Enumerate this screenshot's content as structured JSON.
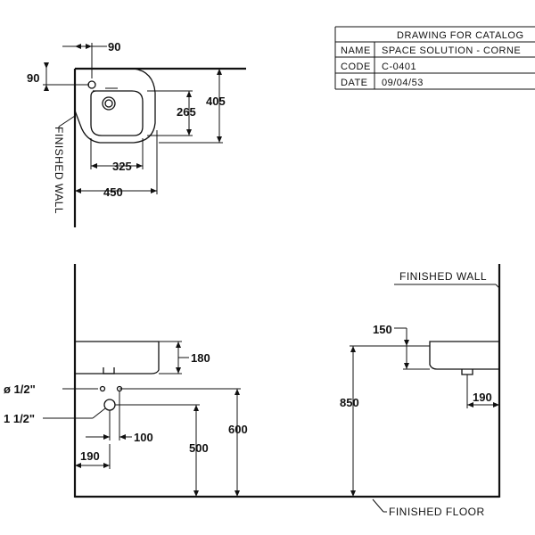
{
  "title_block": {
    "heading": "DRAWING FOR CATALOG",
    "rows": [
      {
        "key": "NAME",
        "value": "SPACE SOLUTION - CORNE"
      },
      {
        "key": "CODE",
        "value": "C-0401"
      },
      {
        "key": "DATE",
        "value": "09/04/53"
      }
    ]
  },
  "plan_view": {
    "dim_90_top": "90",
    "dim_90_left": "90",
    "dim_265": "265",
    "dim_405": "405",
    "dim_325": "325",
    "dim_450": "450",
    "wall_label": "FINISHED WALL"
  },
  "elevation_view": {
    "wall_label": "FINISHED WALL",
    "floor_label": "FINISHED FLOOR",
    "dim_180": "180",
    "dim_150": "150",
    "dim_190_right": "190",
    "dim_850": "850",
    "dim_600": "600",
    "dim_500": "500",
    "dim_100": "100",
    "dim_190_left": "190",
    "pipe_half": "ø 1/2\"",
    "pipe_one_half": "1 1/2\""
  }
}
